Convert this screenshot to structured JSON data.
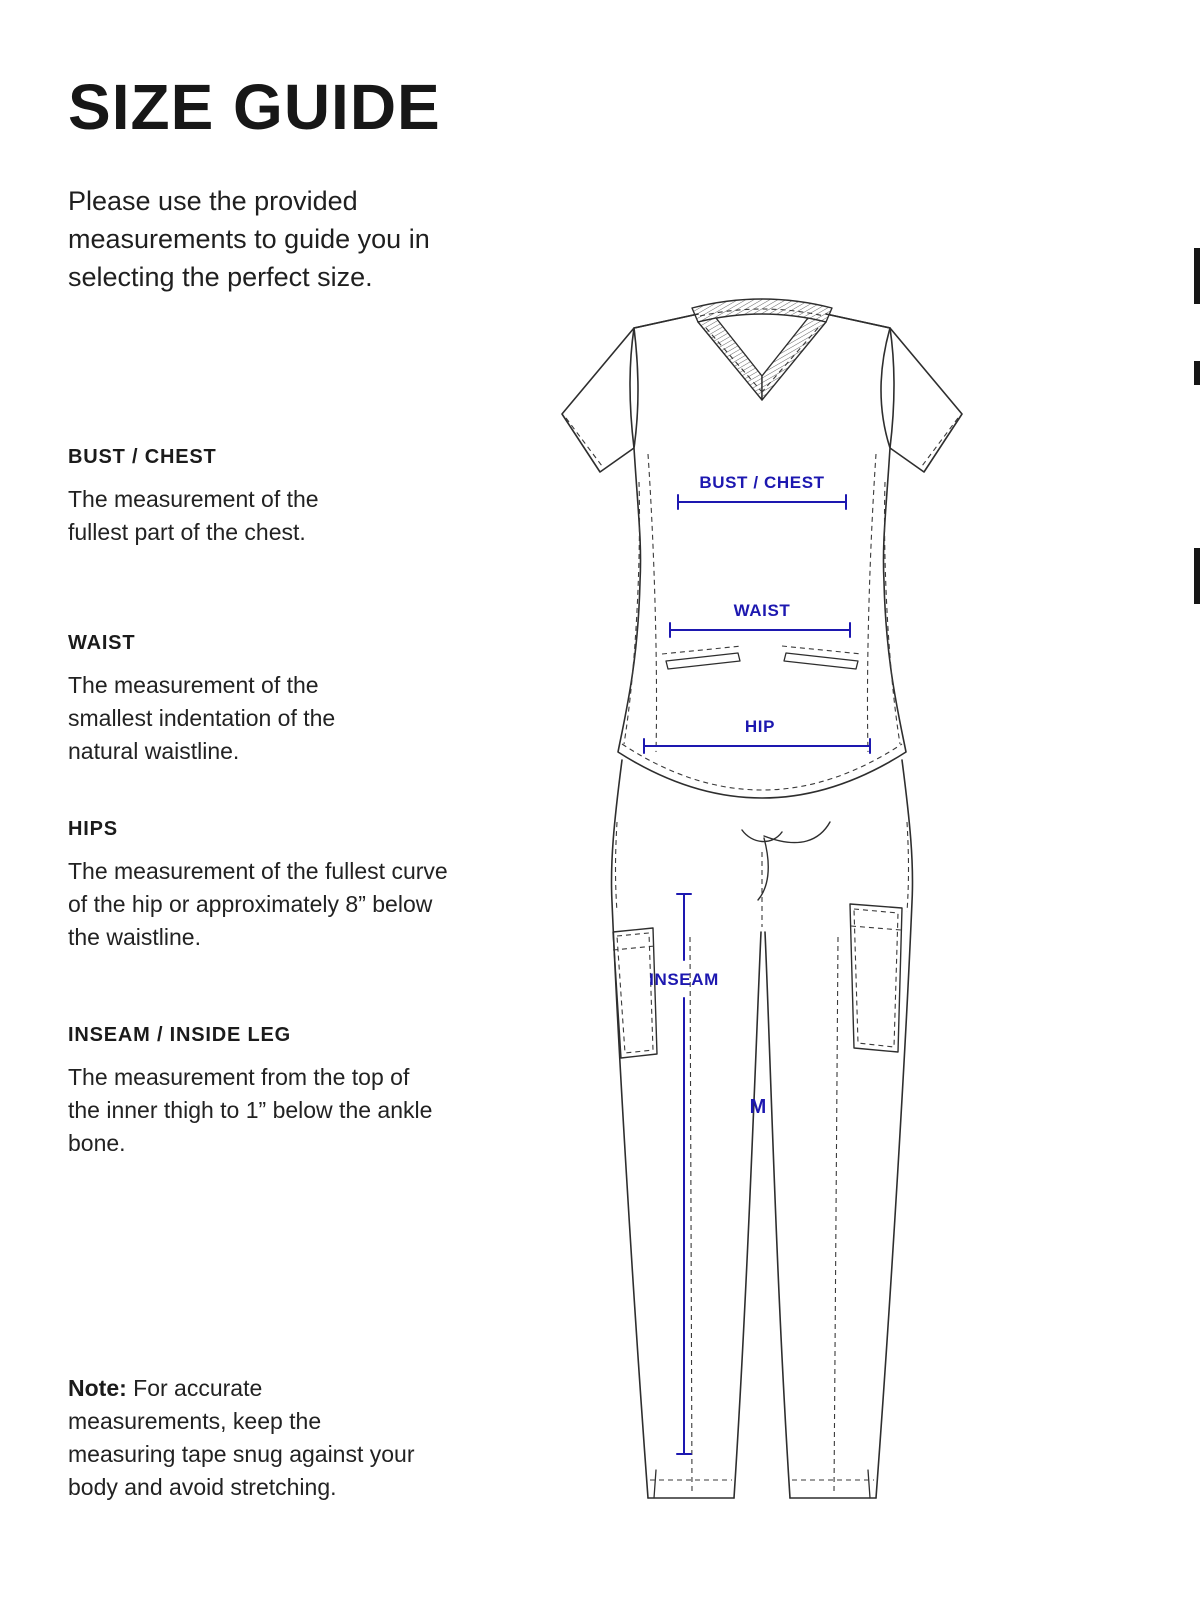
{
  "page": {
    "title": "SIZE GUIDE",
    "intro": "Please use the provided measurements to guide you in selecting the perfect size."
  },
  "sections": [
    {
      "heading": "BUST / CHEST",
      "body": "The measurement of the fullest part of the chest."
    },
    {
      "heading": "WAIST",
      "body": "The measurement of the smallest indentation of the natural waistline."
    },
    {
      "heading": "HIPS",
      "body": "The measurement of the fullest curve of the hip or approximately 8” below the waistline."
    },
    {
      "heading": "INSEAM / INSIDE LEG",
      "body": "The measurement from the top of the inner thigh to 1” below the ankle bone."
    }
  ],
  "note": {
    "label": "Note:",
    "text": "For accurate measurements, keep the measuring tape snug against your body and avoid stretching."
  },
  "diagram": {
    "labels": {
      "bust": "BUST / CHEST",
      "waist": "WAIST",
      "hip": "HIP",
      "inseam": "INSEAM",
      "size": "M"
    },
    "colors": {
      "annotation_blue": "#1d18b0",
      "line_art": "#2e2e2e"
    }
  }
}
